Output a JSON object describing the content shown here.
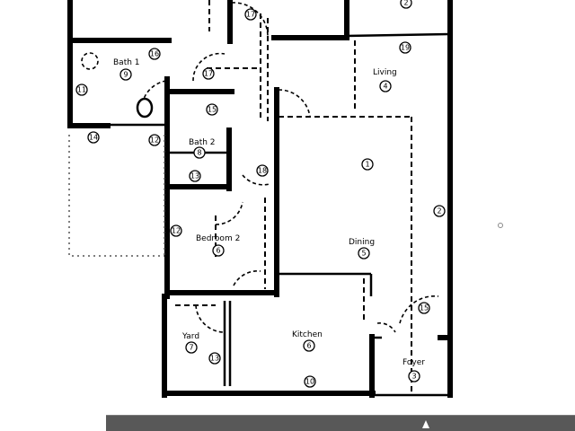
{
  "rooms": {
    "bath1": {
      "label": "Bath 1",
      "num": "9"
    },
    "bath2": {
      "label": "Bath 2",
      "num": "8"
    },
    "bedroom2": {
      "label": "Bedroom 2",
      "num": "6"
    },
    "living": {
      "label": "Living",
      "num": "4"
    },
    "dining": {
      "label": "Dining",
      "num": "5"
    },
    "kitchen": {
      "label": "Kitchen",
      "num": "6"
    },
    "yard": {
      "label": "Yard",
      "num": "7"
    },
    "foyer": {
      "label": "Foyer",
      "num": "3"
    }
  },
  "markers": [
    "1",
    "2",
    "2",
    "10",
    "11",
    "12",
    "13",
    "14",
    "15",
    "16",
    "17",
    "17",
    "18",
    "19",
    "12",
    "15",
    "13"
  ]
}
